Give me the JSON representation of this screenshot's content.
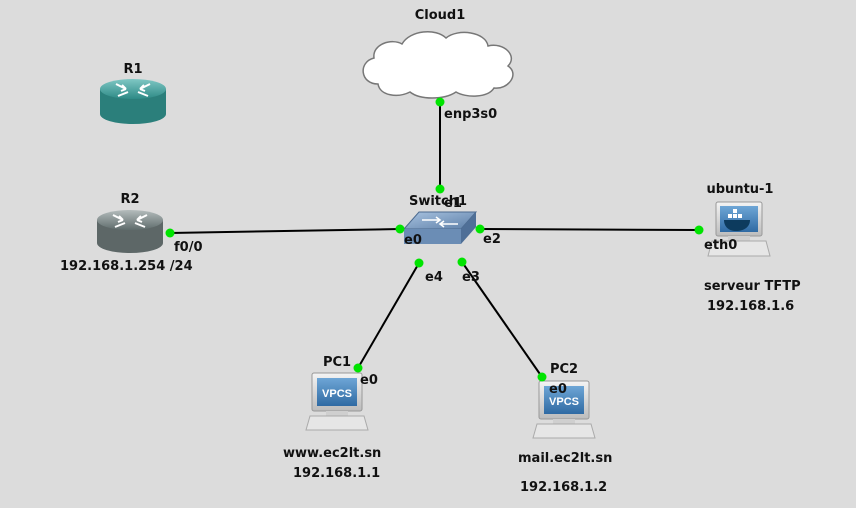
{
  "nodes": {
    "cloud1": {
      "label": "Cloud1"
    },
    "r1": {
      "label": "R1"
    },
    "r2": {
      "label": "R2",
      "note": "192.168.1.254 /24"
    },
    "switch1": {
      "label": "Switch1"
    },
    "ubuntu1": {
      "label": "ubuntu-1",
      "note1": "serveur TFTP",
      "note2": "192.168.1.6"
    },
    "pc1": {
      "label": "PC1",
      "badge": "VPCS",
      "note1": "www.ec2lt.sn",
      "note2": "192.168.1.1"
    },
    "pc2": {
      "label": "PC2",
      "badge": "VPCS",
      "note1": "mail.ec2lt.sn",
      "note2": "192.168.1.2"
    }
  },
  "ports": {
    "cloud_enp3s0": "enp3s0",
    "sw_e1": "e1",
    "r2_f00": "f0/0",
    "sw_e0": "e0",
    "sw_e2": "e2",
    "ubuntu_eth0": "eth0",
    "sw_e4": "e4",
    "sw_e3": "e3",
    "pc1_e0": "e0",
    "pc2_e0": "e0"
  },
  "colors": {
    "background": "#dcdcdc",
    "link": "#000000",
    "port_dot": "#00e400"
  }
}
